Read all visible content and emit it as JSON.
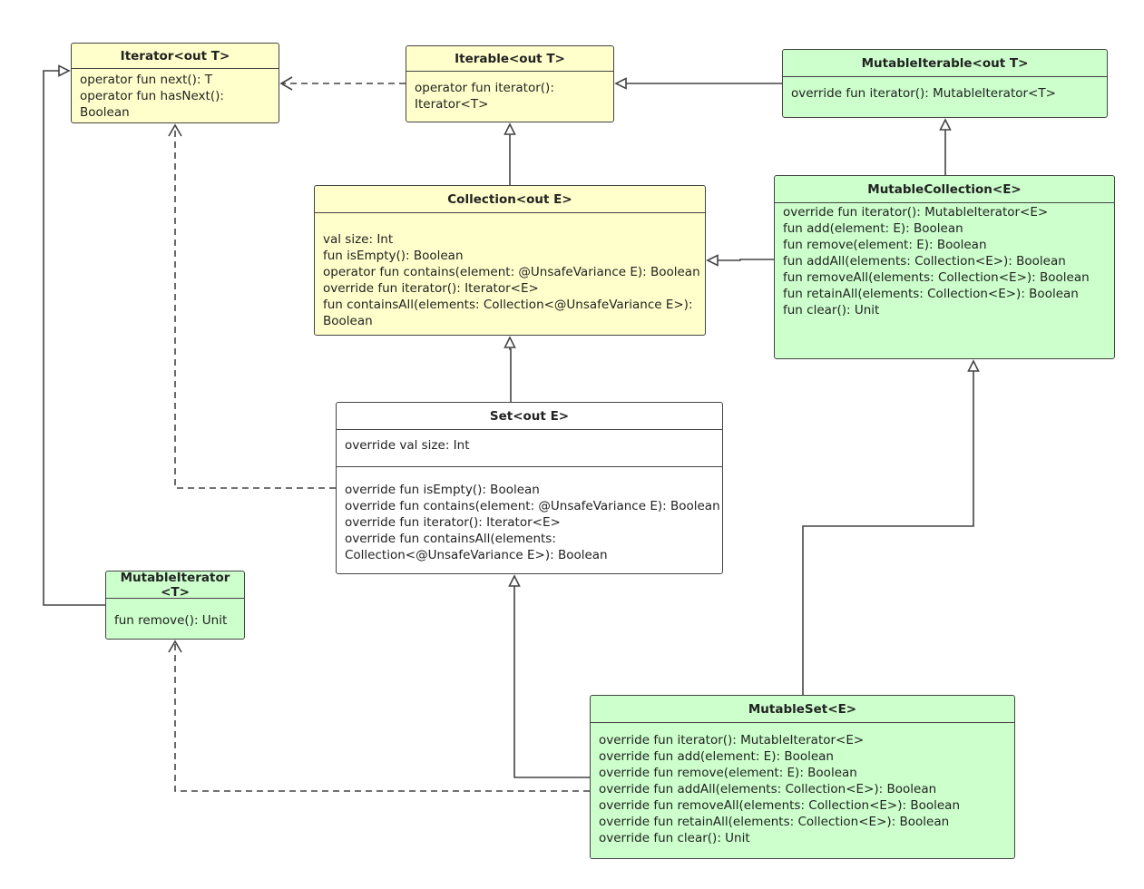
{
  "classes": {
    "iterator": {
      "name": "Iterator<out T>",
      "members": [
        "operator fun next(): T",
        "operator fun hasNext():",
        "Boolean"
      ]
    },
    "iterable": {
      "name": "Iterable<out T>",
      "members": [
        "operator fun iterator():",
        "Iterator<T>"
      ]
    },
    "mutable_iterable": {
      "name": "MutableIterable<out T>",
      "members": [
        "override fun iterator(): MutableIterator<T>"
      ]
    },
    "collection": {
      "name": "Collection<out E>",
      "members": [
        "val size: Int",
        "fun isEmpty(): Boolean",
        "operator fun contains(element: @UnsafeVariance E): Boolean",
        "override fun iterator(): Iterator<E>",
        "fun containsAll(elements: Collection<@UnsafeVariance E>):",
        "Boolean"
      ]
    },
    "mutable_collection": {
      "name": "MutableCollection<E>",
      "members": [
        "override fun iterator(): MutableIterator<E>",
        "fun add(element: E): Boolean",
        "fun remove(element: E): Boolean",
        "fun addAll(elements: Collection<E>): Boolean",
        "fun removeAll(elements: Collection<E>): Boolean",
        "fun retainAll(elements: Collection<E>): Boolean",
        "fun clear(): Unit"
      ]
    },
    "set": {
      "name": "Set<out E>",
      "attributes": [
        "override val size: Int"
      ],
      "members": [
        "override fun isEmpty(): Boolean",
        "override fun contains(element: @UnsafeVariance E): Boolean",
        "override fun iterator(): Iterator<E>",
        "override fun containsAll(elements:",
        "Collection<@UnsafeVariance E>): Boolean"
      ]
    },
    "mutable_iterator": {
      "name_lines": [
        "MutableIterator",
        "<T>"
      ],
      "members": [
        "fun remove(): Unit"
      ]
    },
    "mutable_set": {
      "name": "MutableSet<E>",
      "members": [
        "override fun iterator(): MutableIterator<E>",
        "override fun add(element: E): Boolean",
        "override fun remove(element: E): Boolean",
        "override fun addAll(elements: Collection<E>): Boolean",
        "override fun removeAll(elements: Collection<E>): Boolean",
        "override fun retainAll(elements: Collection<E>): Boolean",
        "override fun clear(): Unit"
      ]
    }
  },
  "relations": [
    {
      "from": "iterable",
      "to": "iterator",
      "kind": "dependency"
    },
    {
      "from": "mutable_iterable",
      "to": "iterable",
      "kind": "generalization"
    },
    {
      "from": "collection",
      "to": "iterable",
      "kind": "generalization"
    },
    {
      "from": "mutable_collection",
      "to": "mutable_iterable",
      "kind": "generalization"
    },
    {
      "from": "mutable_collection",
      "to": "collection",
      "kind": "generalization"
    },
    {
      "from": "set",
      "to": "collection",
      "kind": "generalization"
    },
    {
      "from": "set",
      "to": "iterator",
      "kind": "dependency"
    },
    {
      "from": "mutable_iterator",
      "to": "iterator",
      "kind": "generalization"
    },
    {
      "from": "mutable_set",
      "to": "set",
      "kind": "generalization"
    },
    {
      "from": "mutable_set",
      "to": "mutable_collection",
      "kind": "generalization"
    },
    {
      "from": "mutable_set",
      "to": "mutable_iterator",
      "kind": "dependency"
    }
  ],
  "colors": {
    "interface_fill": "#ffffcc",
    "mutable_fill": "#ccffcc",
    "class_fill": "#ffffff",
    "stroke": "#444444"
  }
}
